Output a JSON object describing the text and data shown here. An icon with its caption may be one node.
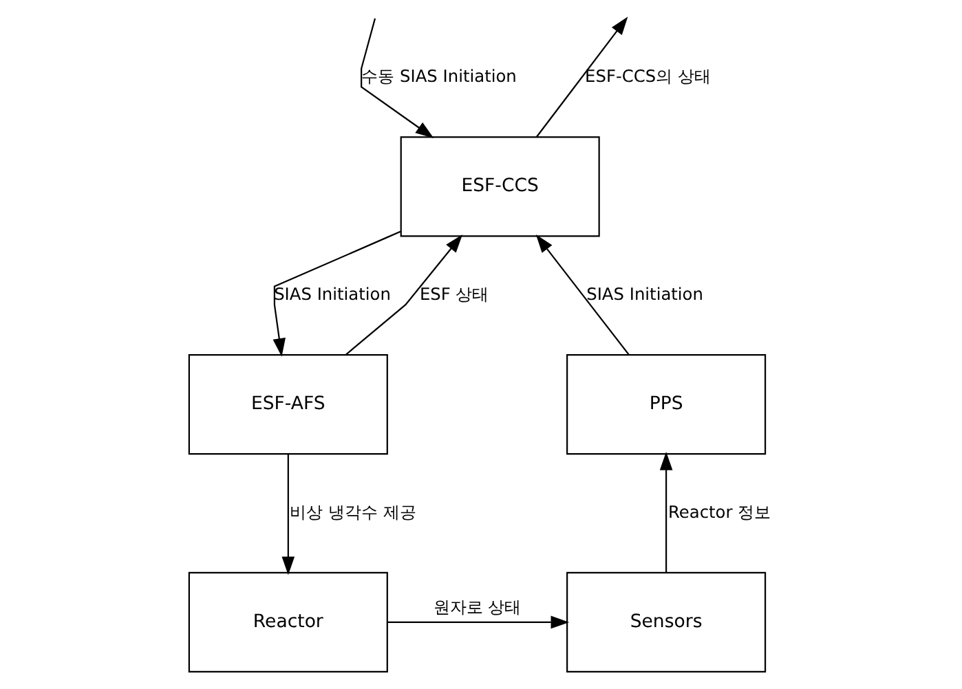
{
  "diagram": {
    "nodes": [
      {
        "text": [
          "ESF-CCS"
        ]
      },
      {
        "text": [
          "PPS"
        ]
      },
      {
        "text": [
          "ESF-AFS"
        ]
      },
      {
        "text": [
          "Sensors"
        ]
      },
      {
        "text": [
          "Reactor"
        ]
      }
    ],
    "edges": [
      {
        "from": null,
        "to": 0,
        "arrow": "to",
        "label": "수동 SIAS Initiation"
      },
      {
        "from": 0,
        "to": null,
        "arrow": "to",
        "label": "ESF-CCS의 상태"
      },
      {
        "from": 0,
        "to": 2,
        "arrow": "to",
        "label": "SIAS Initiation"
      },
      {
        "from": 1,
        "to": 0,
        "arrow": "to",
        "label": "SIAS Initiation"
      },
      {
        "from": 2,
        "to": 0,
        "arrow": "to",
        "label": "ESF 상태"
      },
      {
        "from": 3,
        "to": 1,
        "arrow": "to",
        "label": "Reactor 정보"
      },
      {
        "from": 2,
        "to": 4,
        "arrow": "to",
        "label": "비상 냉각수 제공"
      },
      {
        "from": 4,
        "to": 3,
        "arrow": "to",
        "label": "원자로 상태"
      }
    ]
  }
}
